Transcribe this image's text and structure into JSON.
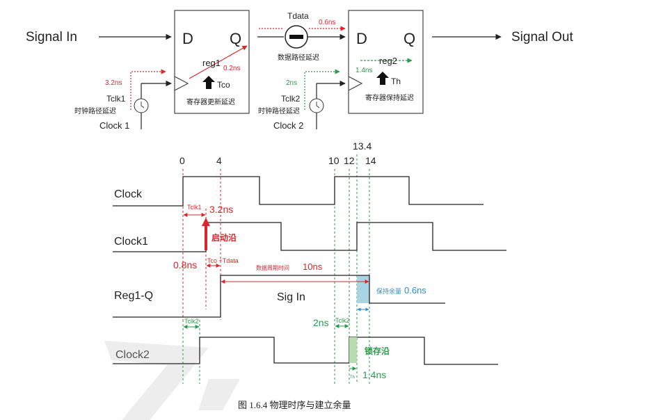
{
  "colors": {
    "ink": "#222222",
    "red": "#d9262a",
    "green": "#2a9b4a",
    "blue": "#2a8fc8",
    "hold_fill": "#a9d4e2",
    "latch_fill": "#b9dcae",
    "watermark": "#ececec"
  },
  "top": {
    "signal_in": "Signal In",
    "signal_out": "Signal Out",
    "reg1": {
      "d": "D",
      "q": "Q",
      "name": "reg1",
      "tco_label": "Tco",
      "tco_value": "0.2ns",
      "caption": "寄存器更新延迟"
    },
    "reg2": {
      "d": "D",
      "q": "Q",
      "name": "reg2",
      "th_label": "Th",
      "th_value": "1.4ns",
      "caption": "寄存器保持延迟"
    },
    "tdata": {
      "label": "Tdata",
      "value": "0.6ns",
      "caption": "数据路径延迟"
    },
    "clock1": {
      "delay": "3.2ns",
      "tclk": "Tclk1",
      "path": "时钟路径延迟",
      "name": "Clock 1"
    },
    "clock2": {
      "delay": "2ns",
      "tclk": "Tclk2",
      "path": "时钟路径延迟",
      "name": "Clock 2"
    }
  },
  "timing": {
    "ticks": {
      "t0": "0",
      "t4": "4",
      "t10": "10",
      "t12": "12",
      "t13_4": "13.4",
      "t14": "14"
    },
    "signals": {
      "clock": "Clock",
      "clock1": "Clock1",
      "reg1q": "Reg1-Q",
      "clock2": "Clock2"
    },
    "annotations": {
      "tclk1": "Tclk1",
      "tclk1_value": "3.2ns",
      "launch_edge": "启动沿",
      "offset": "0.8ns",
      "tco_tdata": "Tco +Tdata",
      "data_period_label": "数据周期时间",
      "data_period_value": "10ns",
      "sig_in": "Sig In",
      "hold_margin_label": "保持余量",
      "hold_margin_value": "0.6ns",
      "twons": "2ns",
      "tclk2": "Tclk2",
      "latch_edge": "锁存沿",
      "th": "Th",
      "th_value": "1.4ns"
    }
  },
  "caption": "图 1.6.4  物理时序与建立余量"
}
